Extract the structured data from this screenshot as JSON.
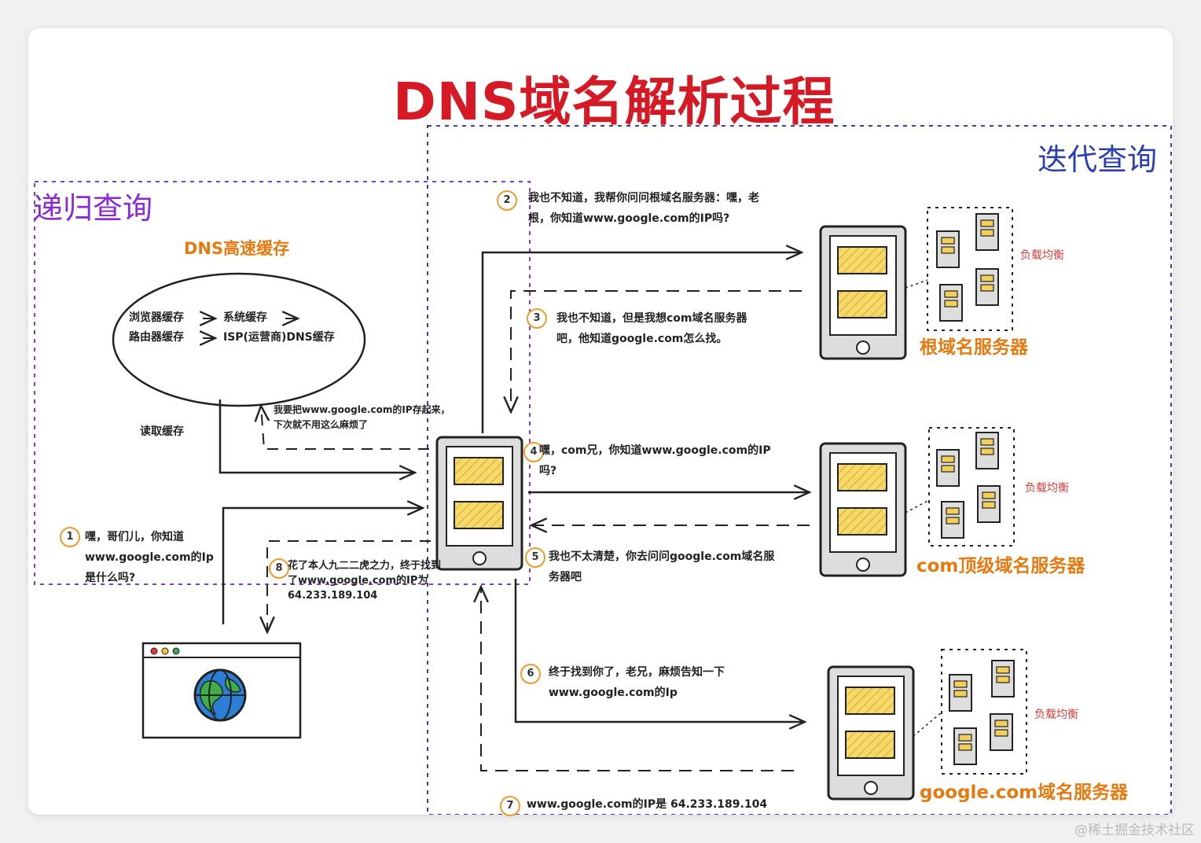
{
  "title": "DNS域名解析过程",
  "regions": {
    "recursive": "递归查询",
    "iterative": "迭代查询"
  },
  "cache": {
    "title": "DNS高速缓存",
    "line1_a": "浏览器缓存",
    "line1_b": "系统缓存",
    "line2_a": "路由器缓存",
    "line2_b": "ISP(运营商)DNS缓存",
    "read_label": "读取缓存",
    "store_note": "我要把www.google.com的IP存起来，下次就不用这么麻烦了"
  },
  "steps": [
    {
      "num": "1",
      "text": "嘿，哥们儿，你知道www.google.com的Ip是什么吗?"
    },
    {
      "num": "2",
      "text": "我也不知道，我帮你问问根域名服务器：嘿，老根，你知道www.google.com的IP吗?"
    },
    {
      "num": "3",
      "text": "我也不知道，但是我想com域名服务器吧，他知道google.com怎么找。"
    },
    {
      "num": "4",
      "text": "嘿，com兄，你知道www.google.com的IP吗?"
    },
    {
      "num": "5",
      "text": "我也不太清楚，你去问问google.com域名服务器吧"
    },
    {
      "num": "6",
      "text": "终于找到你了，老兄，麻烦告知一下www.google.com的Ip"
    },
    {
      "num": "7",
      "text": "www.google.com的IP是 64.233.189.104"
    },
    {
      "num": "8",
      "text": "花了本人九二二虎之力，终于找到了www.google.com的IP为64.233.189.104"
    }
  ],
  "servers": {
    "root": "根域名服务器",
    "com": "com顶级域名服务器",
    "google": "google.com域名服务器",
    "load_balance": "负载均衡"
  },
  "watermark": "@稀土掘金技术社区",
  "icons": [
    "globe-icon",
    "phone-icon",
    "arrow-icon"
  ]
}
